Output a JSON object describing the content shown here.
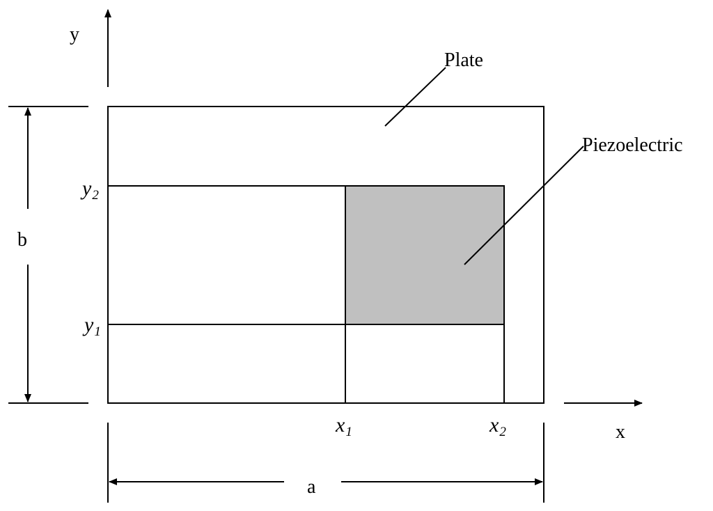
{
  "labels": {
    "plate": "Plate",
    "piezoelectric": "Piezoelectric",
    "x_axis": "x",
    "y_axis": "y",
    "width": "a",
    "height": "b",
    "x1_base": "x",
    "x1_sub": "1",
    "x2_base": "x",
    "x2_sub": "2",
    "y1_base": "y",
    "y1_sub": "1",
    "y2_base": "y",
    "y2_sub": "2"
  },
  "colors": {
    "line": "#000000",
    "piezo_fill": "#c0c0c0",
    "background": "#ffffff"
  }
}
